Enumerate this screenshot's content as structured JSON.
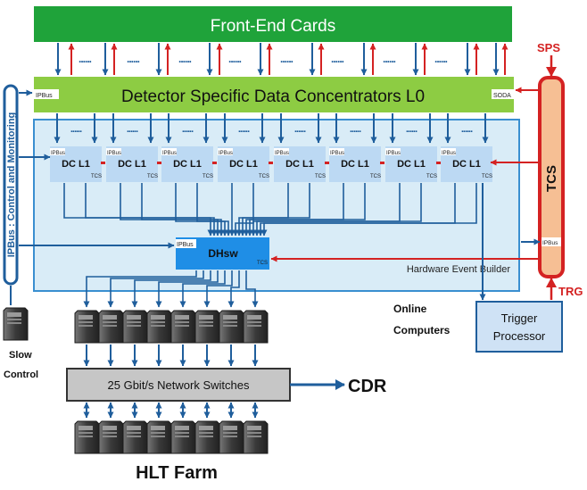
{
  "front_end": {
    "title": "Front-End Cards"
  },
  "l0": {
    "title": "Detector Specific Data Concentrators L0",
    "ipbus": "IPBus",
    "soda": "SODA"
  },
  "dc_l1": {
    "label": "DC L1",
    "ipbus": "IPBus",
    "tcs": "TCS",
    "count": 8
  },
  "dhsw": {
    "label": "DHsw",
    "ipbus": "IPBus",
    "tcs": "TCS"
  },
  "ipbus_bar": {
    "label": "IPBus : Control and Monitoring"
  },
  "tcs": {
    "label": "TCS",
    "ipbus": "IPBus"
  },
  "labels": {
    "sps": "SPS",
    "trg": "TRG",
    "heb": "Hardware Event Builder",
    "online_1": "Online",
    "online_2": "Computers",
    "slow_1": "Slow",
    "slow_2": "Control",
    "cdr": "CDR",
    "hlt": "HLT Farm",
    "dots": "......"
  },
  "trigger_processor": {
    "line1": "Trigger",
    "line2": "Processor"
  },
  "network_switches": {
    "label": "25 Gbit/s Network Switches"
  },
  "servers": {
    "top_row": 8,
    "bottom_row": 8
  },
  "colors": {
    "front_end": "#1fa33a",
    "l0": "#8dcc43",
    "online_box": "#d9ecf7",
    "dc_l1": "#bcd9f3",
    "dhsw": "#1f8ee6",
    "arrow_blue": "#1f5e9c",
    "arrow_red": "#d42222",
    "tcs_fill": "#f6bf94",
    "trigger_fill": "#cfe2f5",
    "switch_fill": "#c6c6c6"
  }
}
